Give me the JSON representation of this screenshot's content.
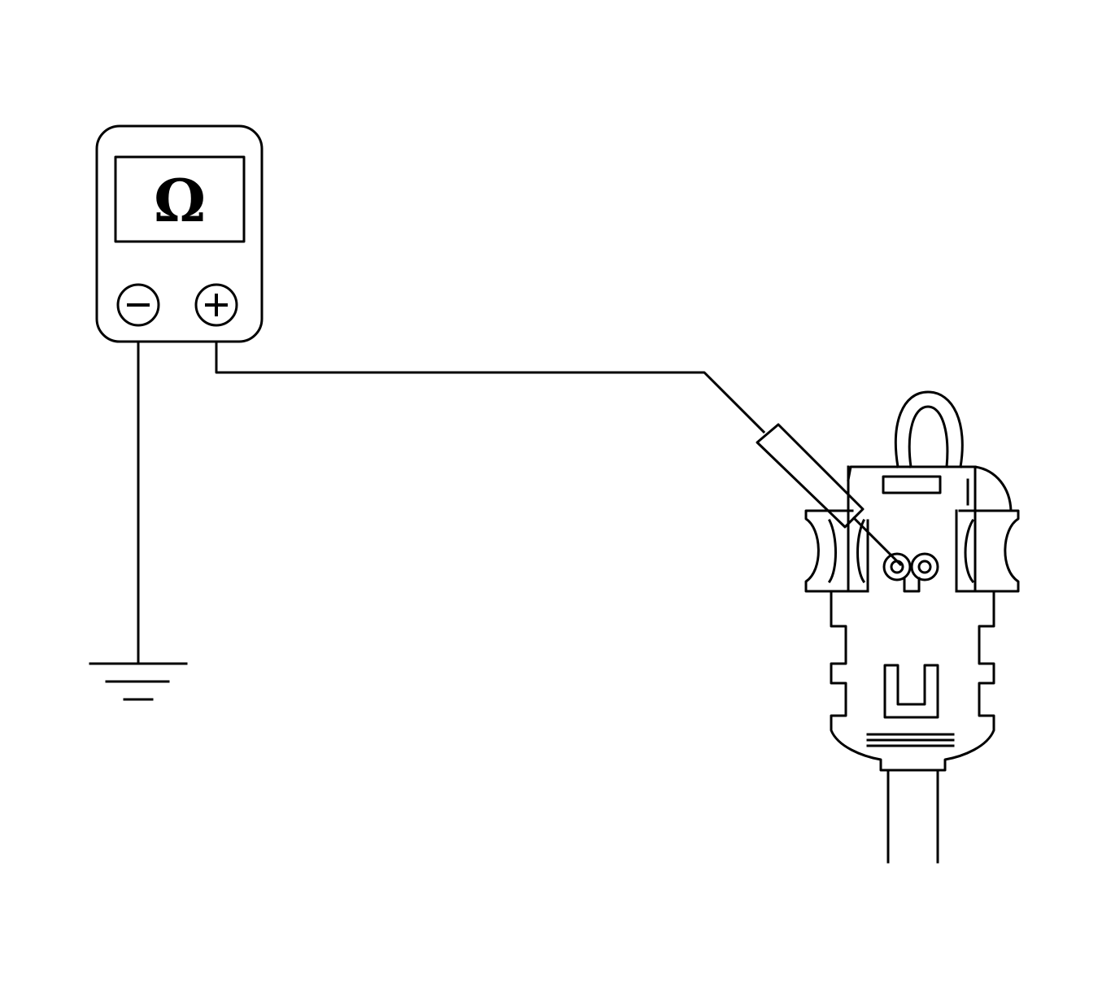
{
  "meter": {
    "display_symbol": "Ω",
    "negative_terminal_symbol": "−",
    "positive_terminal_symbol": "+"
  },
  "components": {
    "meter": "ohmmeter",
    "ground": "ground-symbol",
    "probe": "test-probe",
    "connector": "harness-connector"
  },
  "colors": {
    "line": "#000000",
    "background": "#ffffff"
  }
}
